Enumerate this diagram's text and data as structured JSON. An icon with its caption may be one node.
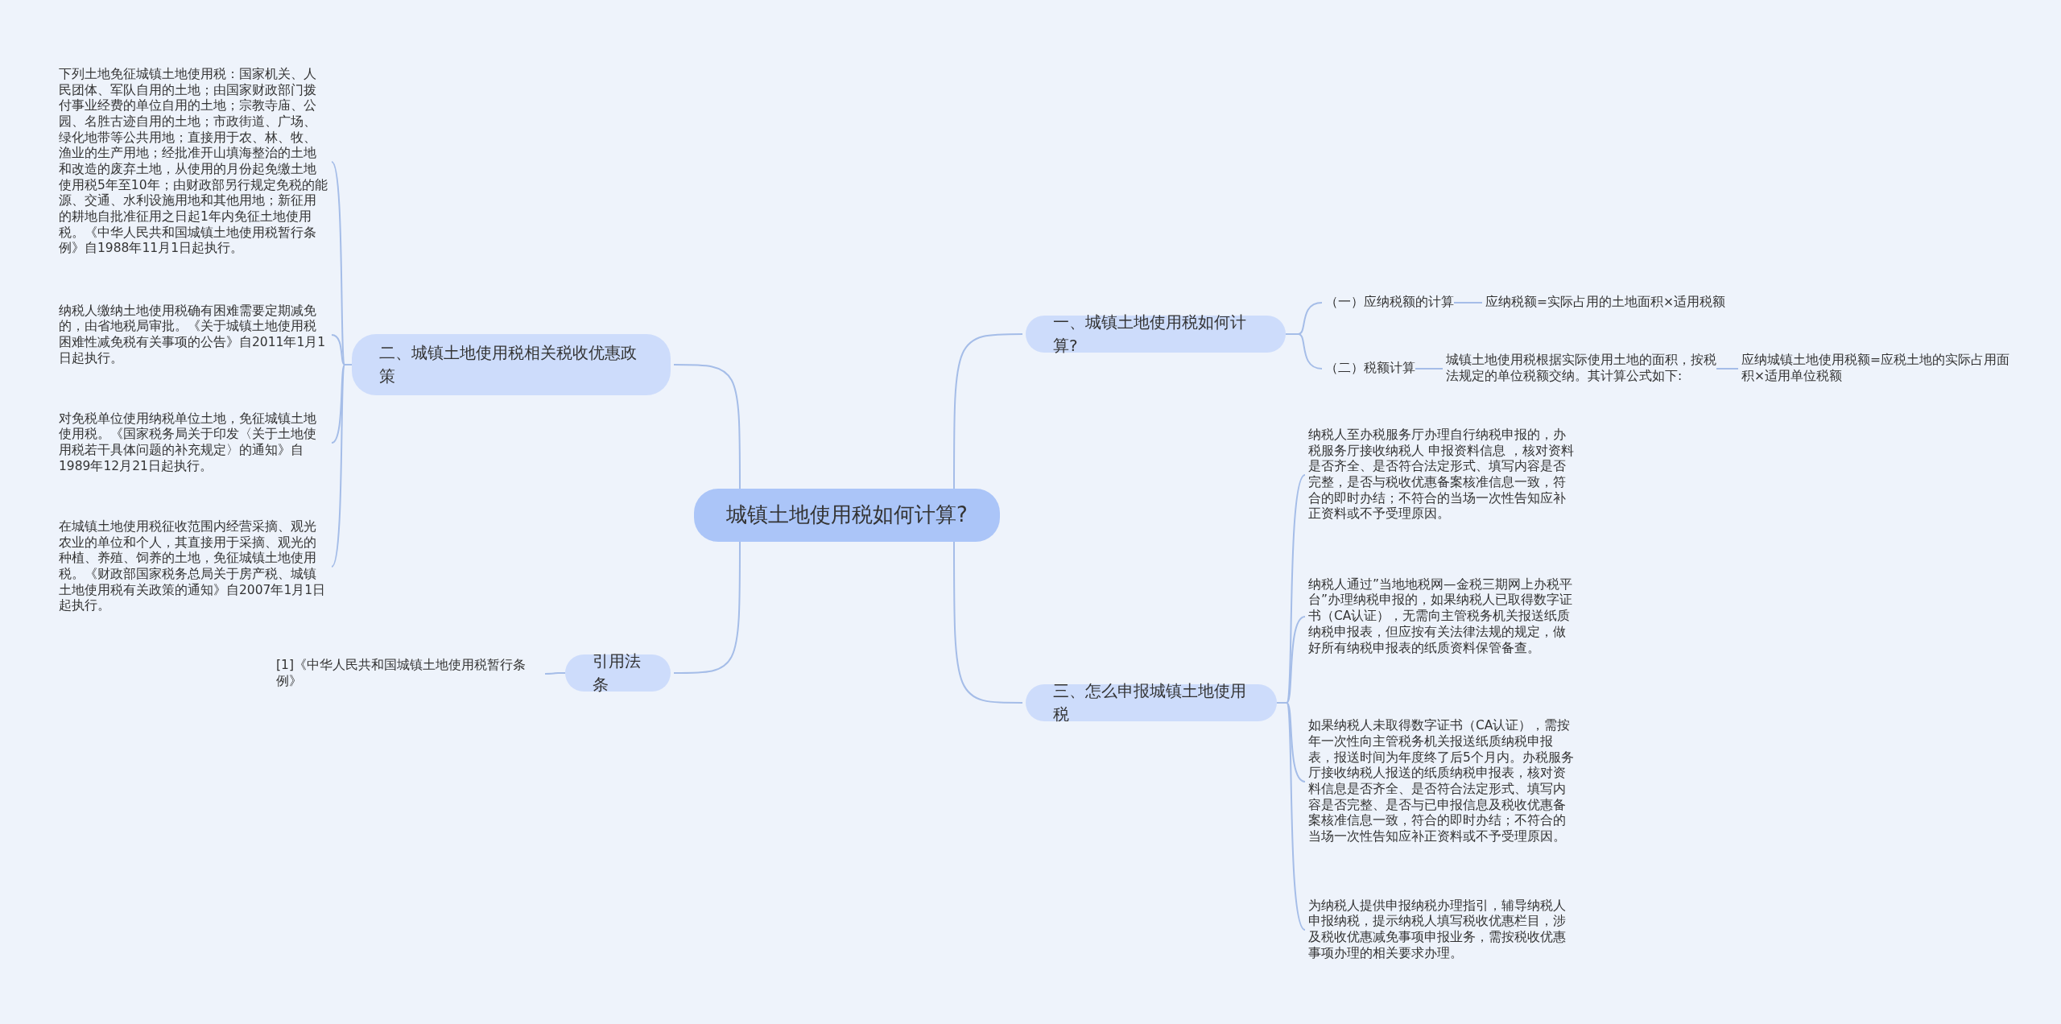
{
  "diagram": {
    "nodes": [
      {
        "text": [
          "城镇土地使用税如何计算?"
        ]
      },
      {
        "text": [
          "一、城镇土地使用税如何计算?"
        ]
      },
      {
        "text": [
          "（一）应纳税额的计算"
        ]
      },
      {
        "text": [
          "应纳税额=实际占用的土地面积×适用税额"
        ]
      },
      {
        "text": [
          "（二）税额计算"
        ]
      },
      {
        "text": [
          "城镇土地使用税根据实际使用土地的面积，按税法规定的单位税额交纳。其计算公式如下:"
        ]
      },
      {
        "text": [
          "应纳城镇土地使用税额=应税土地的实际占用面积×适用单位税额"
        ]
      },
      {
        "text": [
          "三、怎么申报城镇土地使用税"
        ]
      },
      {
        "text": [
          " 纳税人至办税服务厅办理自行纳税申报的，办税服务厅接收纳税人 申报资料信息 ，核对资料是否齐全、是否符合法定形式、填写内容是否完整，是否与税收优惠备案核准信息一致，符合的即时办结；不符合的当场一次性告知应补正资料或不予受理原因。"
        ]
      },
      {
        "text": [
          "纳税人通过”当地地税网—金税三期网上办税平台”办理纳税申报的，如果纳税人已取得数字证书（CA认证），无需向主管税务机关报送纸质纳税申报表，但应按有关法律法规的规定，做好所有纳税申报表的纸质资料保管备查。"
        ]
      },
      {
        "text": [
          "如果纳税人未取得数字证书（CA认证），需按年一次性向主管税务机关报送纸质纳税申报表，报送时间为年度终了后5个月内。办税服务厅接收纳税人报送的纸质纳税申报表，核对资料信息是否齐全、是否符合法定形式、填写内容是否完整、是否与已申报信息及税收优惠备案核准信息一致，符合的即时办结；不符合的当场一次性告知应补正资料或不予受理原因。"
        ]
      },
      {
        "text": [
          "为纳税人提供申报纳税办理指引，辅导纳税人申报纳税，提示纳税人填写税收优惠栏目，涉及税收优惠减免事项申报业务，需按税收优惠事项办理的相关要求办理。"
        ]
      },
      {
        "text": [
          "二、城镇土地使用税相关税收优惠政策"
        ]
      },
      {
        "text": [
          "下列土地免征城镇土地使用税：国家机关、人民团体、军队自用的土地；由国家财政部门拨付事业经费的单位自用的土地；宗教寺庙、公园、名胜古迹自用的土地；市政街道、广场、绿化地带等公共用地；直接用于农、林、牧、渔业的生产用地；经批准开山填海整治的土地和改造的废弃土地，从使用的月份起免缴土地使用税5年至10年；由财政部另行规定免税的能源、交通、水利设施用地和其他用地；新征用的耕地自批准征用之日起1年内免征土地使用税。《中华人民共和国城镇土地使用税暂行条例》自1988年11月1日起执行。"
        ]
      },
      {
        "text": [
          "纳税人缴纳土地使用税确有困难需要定期减免的，由省地税局审批。《关于城镇土地使用税困难性减免税有关事项的公告》自2011年1月1日起执行。"
        ]
      },
      {
        "text": [
          "对免税单位使用纳税单位土地，免征城镇土地使用税。《国家税务局关于印发〈关于土地使用税若干具体问题的补充规定〉的通知》自1989年12月21日起执行。"
        ]
      },
      {
        "text": [
          "在城镇土地使用税征收范围内经营采摘、观光农业的单位和个人，其直接用于采摘、观光的种植、养殖、饲养的土地，免征城镇土地使用税。《财政部国家税务总局关于房产税、城镇土地使用税有关政策的通知》自2007年1月1日起执行。"
        ]
      },
      {
        "text": [
          "引用法条"
        ]
      },
      {
        "text": [
          "[1]《中华人民共和国城镇土地使用税暂行条例》"
        ]
      }
    ],
    "edges": [
      {
        "from": 0,
        "to": 1,
        "arrow": "none"
      },
      {
        "from": 1,
        "to": 2,
        "arrow": "none"
      },
      {
        "from": 2,
        "to": 3,
        "arrow": "none"
      },
      {
        "from": 1,
        "to": 4,
        "arrow": "none"
      },
      {
        "from": 4,
        "to": 5,
        "arrow": "none"
      },
      {
        "from": 5,
        "to": 6,
        "arrow": "none"
      },
      {
        "from": 0,
        "to": 7,
        "arrow": "none"
      },
      {
        "from": 7,
        "to": 8,
        "arrow": "none"
      },
      {
        "from": 7,
        "to": 9,
        "arrow": "none"
      },
      {
        "from": 7,
        "to": 10,
        "arrow": "none"
      },
      {
        "from": 7,
        "to": 11,
        "arrow": "none"
      },
      {
        "from": 0,
        "to": 12,
        "arrow": "none"
      },
      {
        "from": 12,
        "to": 13,
        "arrow": "none"
      },
      {
        "from": 12,
        "to": 14,
        "arrow": "none"
      },
      {
        "from": 12,
        "to": 15,
        "arrow": "none"
      },
      {
        "from": 12,
        "to": 16,
        "arrow": "none"
      },
      {
        "from": 0,
        "to": 17,
        "arrow": "none"
      },
      {
        "from": 17,
        "to": 18,
        "arrow": "none"
      }
    ]
  }
}
